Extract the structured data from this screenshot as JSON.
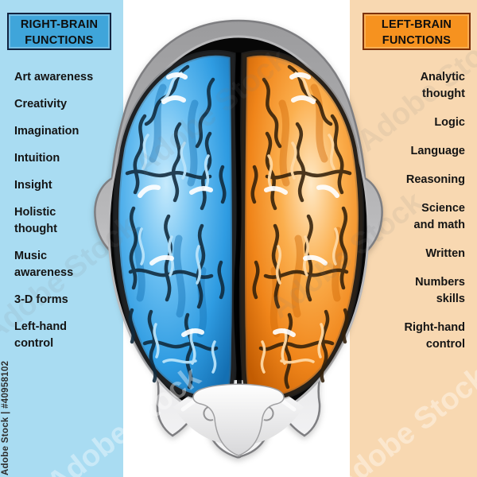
{
  "poster": {
    "watermark_brand": "Adobe Stock",
    "stock_id_label": "Adobe Stock | #40958102"
  },
  "right_brain_panel": {
    "title": "RIGHT-BRAIN\nFUNCTIONS",
    "items": [
      "Art awareness",
      "Creativity",
      "Imagination",
      "Intuition",
      "Insight",
      "Holistic\nthought",
      "Music\nawareness",
      "3-D forms",
      "Left-hand\ncontrol"
    ],
    "colors": {
      "panel_bg": "#a9dcf2",
      "header_bg": "#3fa5da",
      "header_border": "#12233f",
      "hemisphere": "#2f9ce2"
    }
  },
  "left_brain_panel": {
    "title": "LEFT-BRAIN\nFUNCTIONS",
    "items": [
      "Analytic\nthought",
      "Logic",
      "Language",
      "Reasoning",
      "Science\nand math",
      "Written",
      "Numbers\nskills",
      "Right-hand\ncontrol"
    ],
    "colors": {
      "panel_bg": "#f8d8b1",
      "header_bg": "#f6921f",
      "header_border": "#7d3108",
      "hemisphere": "#f0851a"
    }
  }
}
